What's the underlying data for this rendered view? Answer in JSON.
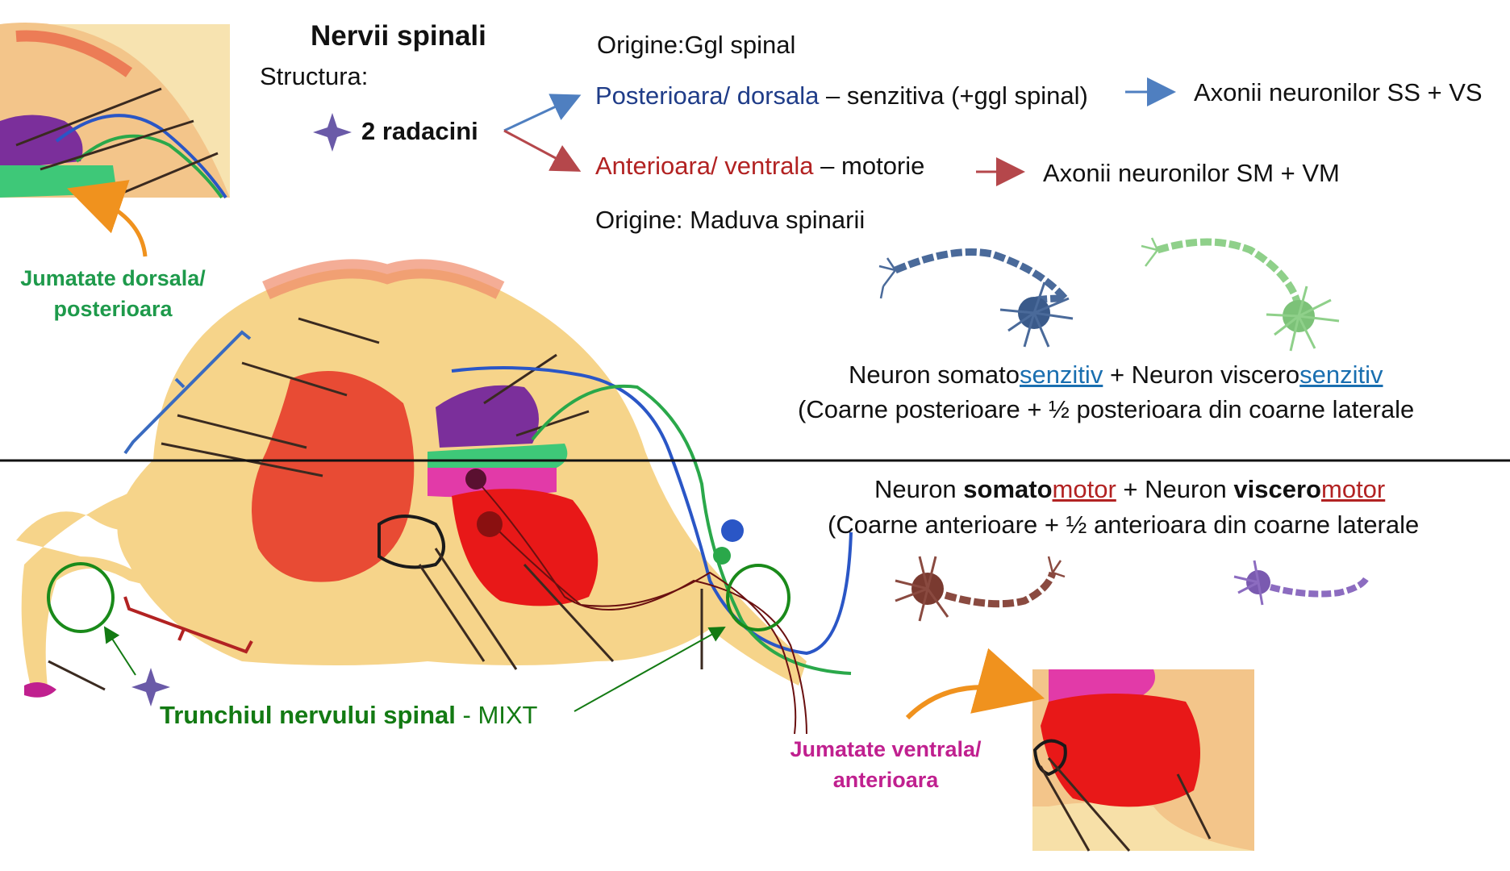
{
  "title": "Nervii spinali",
  "structura_label": "Structura:",
  "radacini_label": "2 radacini",
  "origine_ggl": "Origine:Ggl spinal",
  "origine_maduva": "Origine: Maduva spinarii",
  "posterior_root": {
    "name": "Posterioara/ dorsala",
    "desc": " – senzitiva (+ggl spinal)",
    "result": "Axonii neuronilor SS + VS"
  },
  "anterior_root": {
    "name": "Anterioara/ ventrala",
    "desc": " – motorie",
    "result": "Axonii neuronilor SM + VM"
  },
  "sensory_line": {
    "part1": "Neuron somato",
    "part1_u": "senzitiv",
    "part2": " + Neuron viscero",
    "part2_u": "senzitiv",
    "paren": "(Coarne posterioare  +  ½ posterioara din coarne laterale"
  },
  "motor_line": {
    "part1": "Neuron ",
    "part1_b": "somato",
    "part1_u": "motor",
    "part2": " + Neuron ",
    "part2_b": "viscero",
    "part2_u": "motor",
    "paren": "(Coarne anterioare +  ½ anterioara din coarne laterale"
  },
  "dorsal_half_label": [
    "Jumatate dorsala/",
    "posterioara"
  ],
  "ventral_half_label": [
    "Jumatate ventrala/",
    "anterioara"
  ],
  "trunk_label": {
    "bold": "Trunchiul nervului spinal",
    "rest": " - MIXT"
  },
  "colors": {
    "blue_root": "#4f7fc0",
    "red_root": "#b5474b",
    "green_label": "#1e9a4b",
    "magenta_label": "#c0208f",
    "gray_matter": "#e8361f",
    "white_matter": "#f6d48a",
    "purple": "#7b2f9b",
    "pink": "#e23aa8",
    "sensory_neuron_blue": "#4a6a9a",
    "sensory_neuron_green": "#8fd08a",
    "motor_neuron_brown": "#8a4a40",
    "motor_neuron_purple": "#8c6cc0"
  }
}
